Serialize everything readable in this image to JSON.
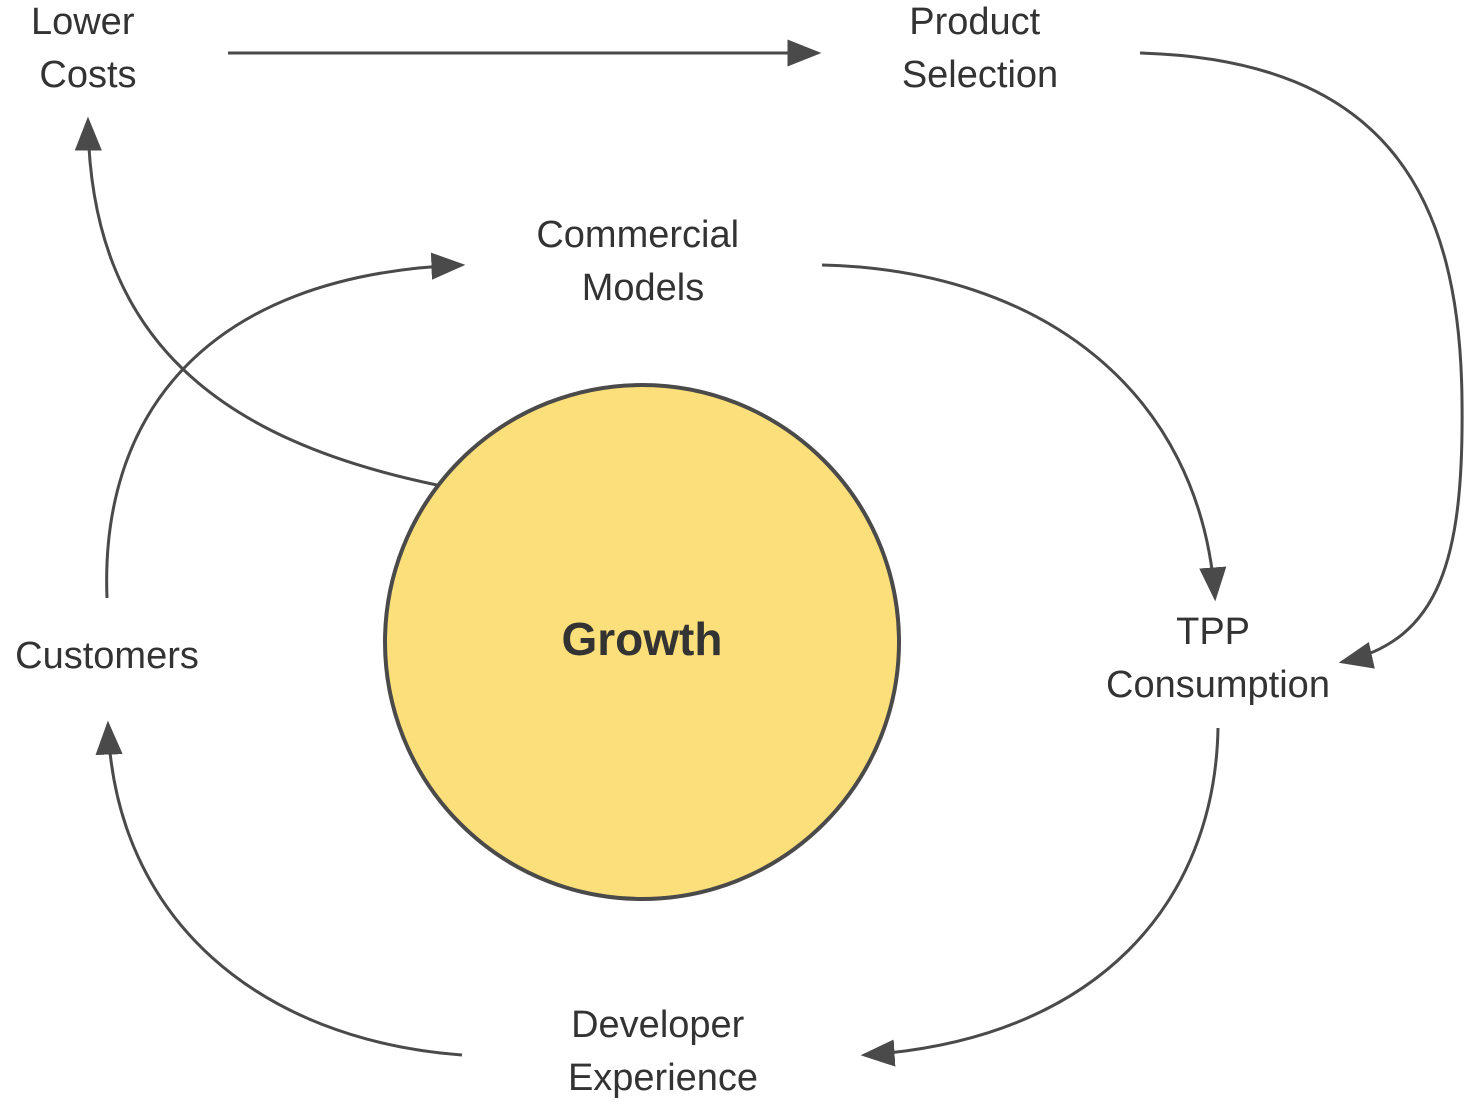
{
  "center": {
    "label": "Growth",
    "fill_color": "#FBDF7A",
    "stroke_color": "#4a4a4a"
  },
  "nodes": {
    "lower_costs": {
      "line1": "Lower",
      "line2": "Costs"
    },
    "product_selection": {
      "line1": "Product",
      "line2": "Selection"
    },
    "commercial_models": {
      "line1": "Commercial",
      "line2": "Models"
    },
    "tpp_consumption": {
      "line1": "TPP",
      "line2": "Consumption"
    },
    "customers": {
      "line1": "Customers"
    },
    "developer_experience": {
      "line1": "Developer",
      "line2": "Experience"
    }
  },
  "edges": [
    {
      "from": "Lower Costs",
      "to": "Product Selection"
    },
    {
      "from": "Product Selection",
      "to": "TPP Consumption"
    },
    {
      "from": "Commercial Models",
      "to": "TPP Consumption"
    },
    {
      "from": "TPP Consumption",
      "to": "Developer Experience"
    },
    {
      "from": "Developer Experience",
      "to": "Customers"
    },
    {
      "from": "Customers",
      "to": "Commercial Models"
    },
    {
      "from": "Growth",
      "to": "Lower Costs"
    }
  ],
  "colors": {
    "line": "#4a4a4a",
    "text": "#333333",
    "background": "#ffffff"
  }
}
